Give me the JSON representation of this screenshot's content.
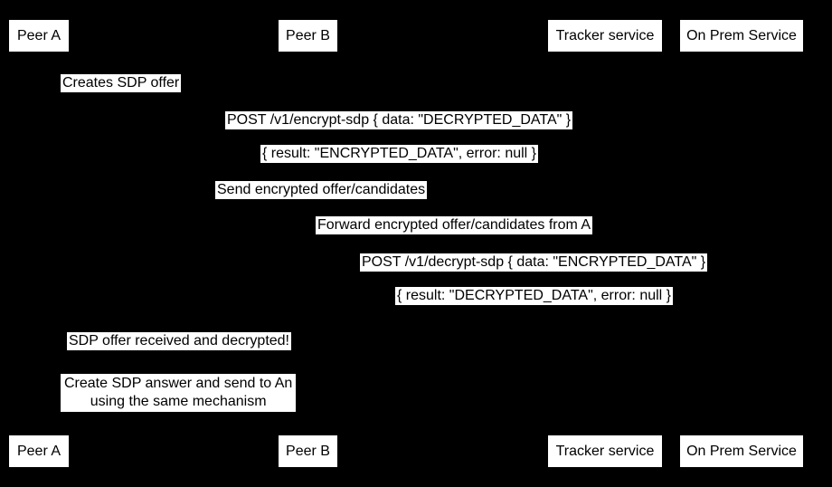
{
  "diagram": {
    "type": "sequence",
    "colors": {
      "background": "#000000",
      "box_background": "#ffffff",
      "text": "#000000"
    },
    "participants": [
      {
        "name": "Peer A"
      },
      {
        "name": "Peer B"
      },
      {
        "name": "Tracker service"
      },
      {
        "name": "On Prem Service"
      }
    ],
    "events": [
      {
        "kind": "self-message",
        "from": "Peer A",
        "to": "Peer A",
        "text": "Creates SDP offer"
      },
      {
        "kind": "message",
        "from": "Peer A",
        "to": "On Prem Service",
        "text": "POST /v1/encrypt-sdp { data: \"DECRYPTED_DATA\" }"
      },
      {
        "kind": "message",
        "from": "On Prem Service",
        "to": "Peer A",
        "text": "{ result: \"ENCRYPTED_DATA\", error: null }"
      },
      {
        "kind": "message",
        "from": "Peer A",
        "to": "Tracker service",
        "text": "Send encrypted offer/candidates"
      },
      {
        "kind": "message",
        "from": "Tracker service",
        "to": "Peer B",
        "text": "Forward encrypted offer/candidates from A"
      },
      {
        "kind": "message",
        "from": "Peer B",
        "to": "On Prem Service",
        "text": "POST /v1/decrypt-sdp { data: \"ENCRYPTED_DATA\" }"
      },
      {
        "kind": "message",
        "from": "On Prem Service",
        "to": "Peer B",
        "text": "{ result: \"DECRYPTED_DATA\", error: null }"
      },
      {
        "kind": "message",
        "from": "Peer B",
        "to": "Peer A",
        "text": "SDP offer received and decrypted!"
      },
      {
        "kind": "note",
        "over": "Peer A, Peer B",
        "text": "Create SDP answer and send to An\nusing the same mechanism"
      }
    ]
  }
}
